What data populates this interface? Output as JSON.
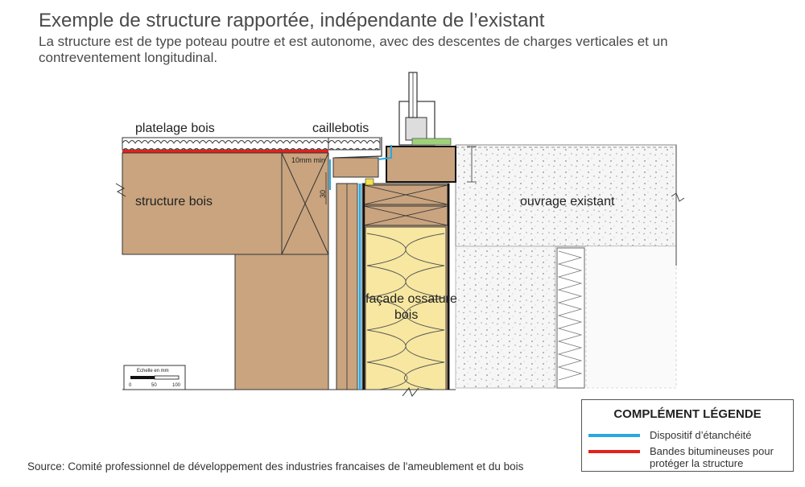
{
  "header": {
    "title": "Exemple de structure rapportée, indépendante de l’existant",
    "subtitle": "La structure est de type poteau poutre et est autonome, avec des descentes de charges verticales et un contreventement longitudinal."
  },
  "diagram": {
    "labels": {
      "platelage": "platelage bois",
      "caillebotis": "caillebotis",
      "structure": "structure bois",
      "existant": "ouvrage existant",
      "facade_line1": "façade ossature",
      "facade_line2": "bois",
      "dim_10mm": "10mm min",
      "dim_30": "30"
    },
    "scale": {
      "title": "Echelle en mm",
      "ticks": [
        "0",
        "50",
        "100"
      ]
    }
  },
  "legend": {
    "title": "COMPLÉMENT LÉGENDE",
    "items": [
      {
        "label": "Dispositif d’étanchéité",
        "color": "#29a8e0"
      },
      {
        "label": "Bandes bitumineuses pour protéger la structure",
        "color": "#e3211c"
      }
    ]
  },
  "footer": {
    "source": "Source: Comité professionnel de développement des industries francaises de l'ameublement et du bois"
  },
  "colors": {
    "wood": "#c9a47f",
    "insulation": "#f7e7a0",
    "concrete": "#f4f4f4",
    "waterproofing": "#29a8e0",
    "bitumen": "#e3211c"
  }
}
